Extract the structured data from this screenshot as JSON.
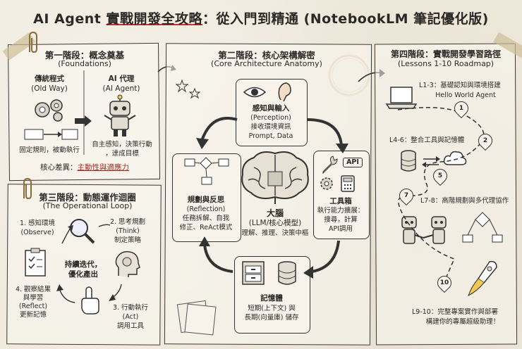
{
  "title": {
    "prefix": "AI Agent ",
    "underlined": "實戰開發全攻略",
    "suffix": "：從入門到精通 (NotebookLM 筆記優化版)"
  },
  "stage1": {
    "title": "第一階段：概念奠基",
    "subtitle": "(Foundations)",
    "traditional_title": "傳統程式",
    "traditional_sub": "(Old Way)",
    "traditional_desc": "固定規則，被動執行",
    "agent_title": "AI 代理",
    "agent_sub": "(AI Agent)",
    "agent_desc_1": "自主感知，決策行動",
    "agent_desc_2": "，達成目標",
    "core_diff_label": "核心差異：",
    "core_diff_value": "主動性與適應力"
  },
  "stage2": {
    "title": "第二階段：核心架構解密",
    "subtitle": "(Core Architecture Anatomy)",
    "perception_title": "感知與輸入",
    "perception_sub": "(Perception)",
    "perception_desc_1": "接收環境資訊",
    "perception_desc_2": "Prompt, Data",
    "brain_title": "大腦",
    "brain_sub": "(LLM/核心模型)",
    "brain_desc": "理解、推理、決策中樞",
    "planning_title": "規劃與反思",
    "planning_sub": "(Reflection)",
    "planning_desc_1": "任務拆解、自我",
    "planning_desc_2": "修正、ReAct模式",
    "tools_title": "工具箱",
    "tools_desc_1": "執行能力擴展：",
    "tools_desc_2": "搜尋，計算",
    "tools_desc_3": "API調用",
    "memory_title": "記憶體",
    "memory_desc_1": "短期(上下文) 與",
    "memory_desc_2": "長期(向量庫) 儲存",
    "api_badge": "API"
  },
  "stage3": {
    "title": "第三階段：動態運作迴圈",
    "subtitle": "(The Operational Loop)",
    "observe": "1. 感知環境",
    "observe_sub": "(Observe)",
    "think": "2. 思考規劃",
    "think_sub": "(Think)",
    "think_desc": "制定策略",
    "act": "3. 行動執行",
    "act_sub": "(Act)",
    "act_desc": "調用工具",
    "reflect": "4. 觀察結果",
    "reflect_2": "與學習",
    "reflect_sub": "(Reflect)",
    "reflect_desc": "更新記憶",
    "center_1": "持續迭代，",
    "center_2": "優化產出"
  },
  "stage4": {
    "title": "第四階段：實戰開發學習路徑",
    "subtitle": "(Lessons 1-10 Roadmap)",
    "l1_title": "L1-3：基礎認知與環境搭建",
    "l1_sub": "Hello World Agent",
    "l4_title": "L4-6：整合工具與記憶體",
    "l7_title": "L7-8：高階規劃與多代理協作",
    "l9_title": "L9-10：完整專案實作與部署",
    "l9_sub": "構建你的專屬超級助理！",
    "pins": [
      "1",
      "2",
      "5",
      "7",
      "10"
    ]
  },
  "colors": {
    "ink": "#2b2925",
    "accent_red": "#b3261e",
    "paper": "#efe9dc"
  }
}
